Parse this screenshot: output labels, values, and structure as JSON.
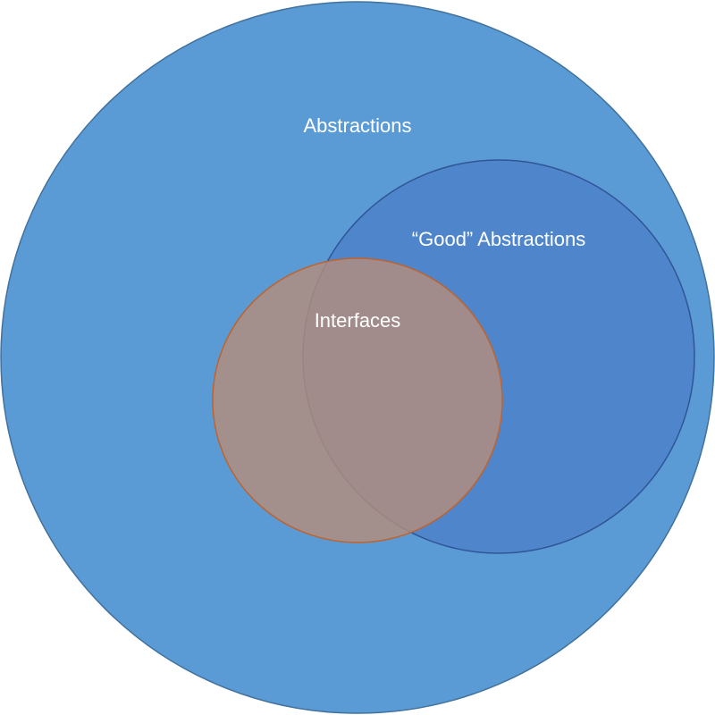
{
  "diagram": {
    "sets": [
      {
        "id": "abstractions",
        "label": "Abstractions",
        "fill": "#5b9bd5",
        "stroke": "#41719c"
      },
      {
        "id": "good-abstractions",
        "label": "“Good” Abstractions",
        "fill": "#4f86cb",
        "stroke": "#2f5597"
      },
      {
        "id": "interfaces",
        "label": "Interfaces",
        "fill": "#a5897f",
        "stroke": "#c0622b"
      }
    ],
    "relations": {
      "good-abstractions": "subset of abstractions",
      "interfaces": "subset of abstractions, partially overlapping good-abstractions"
    }
  }
}
